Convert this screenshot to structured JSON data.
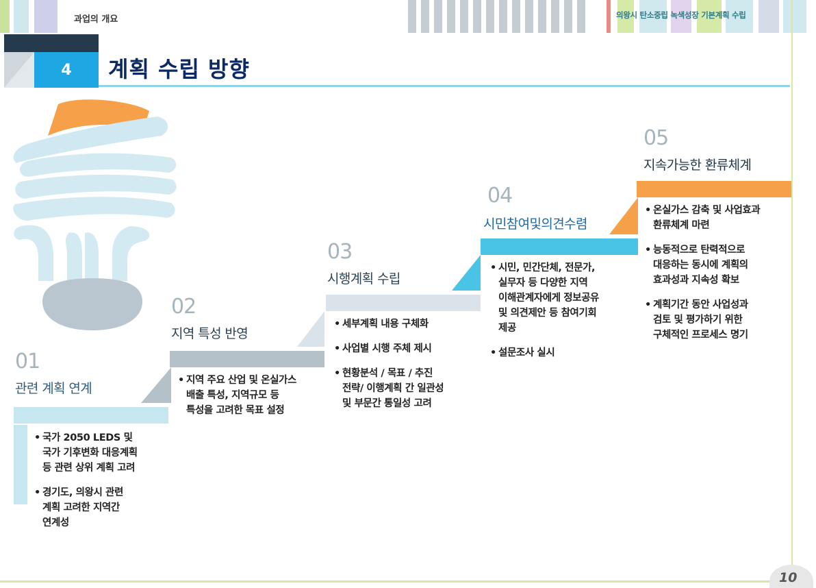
{
  "header": {
    "section_label": "과업의 개요",
    "doc_title": "의왕시 탄소중립 녹색성장 기본계획 수립"
  },
  "chapter": {
    "number": "4",
    "title": "계획 수립 방향"
  },
  "steps": [
    {
      "num": "01",
      "title": "관련 계획 연계",
      "bullets": [
        "국가 2050 LEDS 및\n국가 기후변화 대응계획\n등 관련 상위 계획 고려",
        "경기도, 의왕시 관련\n계획 고려한 지역간\n연계성"
      ]
    },
    {
      "num": "02",
      "title": "지역 특성 반영",
      "bullets": [
        "지역 주요 산업 및 온실가스\n배출 특성, 지역규모 등\n특성을 고려한 목표 설정"
      ]
    },
    {
      "num": "03",
      "title": "시행계획 수립",
      "bullets": [
        "세부계획 내용 구체화",
        "사업별 시행 주체 제시",
        "현황분석 / 목표 / 추진\n전략/ 이행계획 간 일관성\n및 부문간 통일성 고려"
      ]
    },
    {
      "num": "04",
      "title": "시민참여및의견수렴",
      "bullets": [
        "시민, 민간단체, 전문가,\n실무자 등 다양한 지역\n이해관계자에게 정보공유\n및 의견제안 등 참여기회\n제공",
        "설문조사 실시"
      ]
    },
    {
      "num": "05",
      "title": "지속가능한 환류체계",
      "bullets": [
        "온실가스 감축 및 사업효과\n환류체계 마련",
        "능동적으로 탄력적으로\n대응하는 동시에 계획의\n효과성과 지속성 확보",
        "계획기간 동안 사업성과\n검토 및 평가하기 위한\n구체적인 프로세스 명기"
      ]
    }
  ],
  "page_number": "10",
  "colors": {
    "accent_blue": "#1ea7e3",
    "navy": "#0b2a63",
    "orange": "#f7a04a",
    "light_blue": "#c7e7f0",
    "cyan": "#49c3e6",
    "gray_bar": "#b5c1c8"
  },
  "icons": {
    "bulb": "cfl-lightbulb-illustration"
  }
}
